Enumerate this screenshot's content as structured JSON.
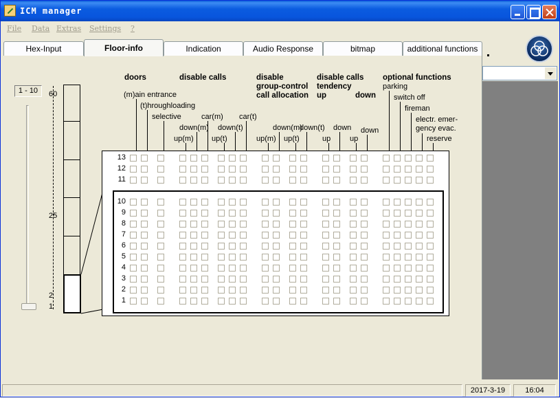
{
  "window": {
    "title": "ICM manager",
    "icon": "pencil-app-icon"
  },
  "menu": [
    "File",
    "Data",
    "Extras",
    "Settings",
    "?"
  ],
  "tabs": [
    {
      "label": "Hex-Input",
      "active": false
    },
    {
      "label": "Floor-info",
      "active": true
    },
    {
      "label": "Indication",
      "active": false
    },
    {
      "label": "Audio Response",
      "active": false
    },
    {
      "label": "bitmap",
      "active": false
    },
    {
      "label": "additional functions",
      "active": false
    }
  ],
  "floor_range": "1 - 10",
  "axis_ticks": [
    "60",
    "25",
    "2",
    "1"
  ],
  "headers": {
    "doors": "doors",
    "disable_calls": "disable calls",
    "disable_group_1": "disable",
    "disable_group_2": "group-control",
    "disable_group_3": "call allocation",
    "tendency_1": "disable calls",
    "tendency_2": "tendency",
    "tendency_up": "up",
    "tendency_down": "down",
    "optional": "optional functions"
  },
  "sub_labels": {
    "main_entrance": "(m)ain entrance",
    "throughloading": "(t)hroughloading",
    "selective": "selective",
    "down_m": "down(m)",
    "up_m": "up(m)",
    "car_m": "car(m)",
    "down_t": "down(t)",
    "up_t": "up(t)",
    "car_t": "car(t)",
    "g_down_m": "down(m)",
    "g_down_t": "down(t)",
    "g_up_m": "up(m)",
    "g_up_t": "up(t)",
    "t_down_1": "down",
    "t_up_1": "up",
    "t_down_2": "down",
    "t_up_2": "up",
    "parking": "parking",
    "switch_off": "switch off",
    "fireman": "fireman",
    "electr_1": "electr. emer-",
    "electr_2": "gency evac.",
    "reserve": "reserve"
  },
  "upper_floors": [
    "13",
    "12",
    "11"
  ],
  "lower_floors": [
    "10",
    "9",
    "8",
    "7",
    "6",
    "5",
    "4",
    "3",
    "2",
    "1"
  ],
  "status": {
    "date": "2017-3-19",
    "time": "16:04"
  },
  "colors": {
    "titlebar": "#0a5fd8",
    "panel_bg": "#ece9d8",
    "side_panel": "#808080"
  }
}
